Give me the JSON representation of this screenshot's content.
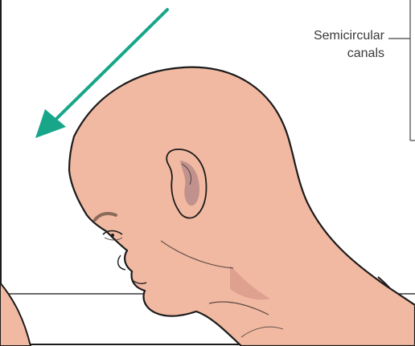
{
  "callout": {
    "line1": "Semicircular",
    "line2": "canals"
  },
  "colors": {
    "skin": "#f2b9a2",
    "skin_shadow": "#d7998a",
    "outline": "#1b1b1b",
    "arrow": "#17a68a",
    "ear_inner": "#b98b89",
    "leader": "#444444"
  },
  "icons": {
    "direction_arrow": "diagonal-arrow-down-left"
  }
}
